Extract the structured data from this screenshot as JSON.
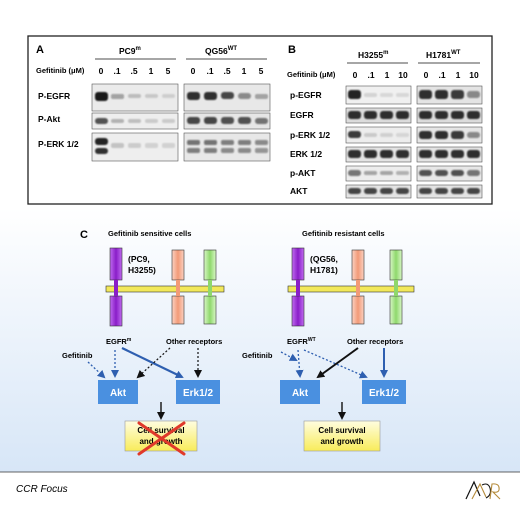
{
  "panel_a": {
    "label": "A",
    "groups": [
      {
        "name": "PC9",
        "sup": "m"
      },
      {
        "name": "QG56",
        "sup": "WT"
      }
    ],
    "dose_label": "Gefitinib (μM)",
    "doses": [
      "0",
      ".1",
      ".5",
      "1",
      "5"
    ],
    "rows": [
      "P-EGFR",
      "P-Akt",
      "P-ERK 1/2"
    ]
  },
  "panel_b": {
    "label": "B",
    "groups": [
      {
        "name": "H3255",
        "sup": "m"
      },
      {
        "name": "H1781",
        "sup": "WT"
      }
    ],
    "dose_label": "Gefitinib (μM)",
    "doses": [
      "0",
      ".1",
      "1",
      "10"
    ],
    "rows": [
      "p-EGFR",
      "EGFR",
      "p-ERK 1/2",
      "ERK 1/2",
      "p-AKT",
      "AKT"
    ]
  },
  "panel_c": {
    "label": "C",
    "left": {
      "title": "Gefitinib sensitive cells",
      "cells_line1": "(PC9,",
      "cells_line2": "H3255)",
      "egfr_label": "EGFR",
      "egfr_sup": "m",
      "other_label": "Other receptors",
      "drug_label": "Gefitinib",
      "akt": "Akt",
      "erk": "Erk1/2",
      "outcome_line1": "Cell survival",
      "outcome_line2": "and growth"
    },
    "right": {
      "title": "Gefitinib resistant cells",
      "cells_line1": "(QG56,",
      "cells_line2": "H1781)",
      "egfr_label": "EGFR",
      "egfr_sup": "WT",
      "other_label": "Other receptors",
      "drug_label": "Gefitinib",
      "akt": "Akt",
      "erk": "Erk1/2",
      "outcome_line1": "Cell survival",
      "outcome_line2": "and growth"
    }
  },
  "footer": {
    "left": "CCR Focus",
    "logo_text": "AACR"
  },
  "colors": {
    "egfr_purple": "#9b2fd6",
    "other_orange": "#f4a98a",
    "other_green": "#9be07a",
    "membrane_yellow": "#f2e85a",
    "box_blue": "#4a90e0",
    "arrow_blue": "#2e5fb0",
    "cross_red": "#e0392b",
    "outcome_yellow": "#fbf49a"
  }
}
